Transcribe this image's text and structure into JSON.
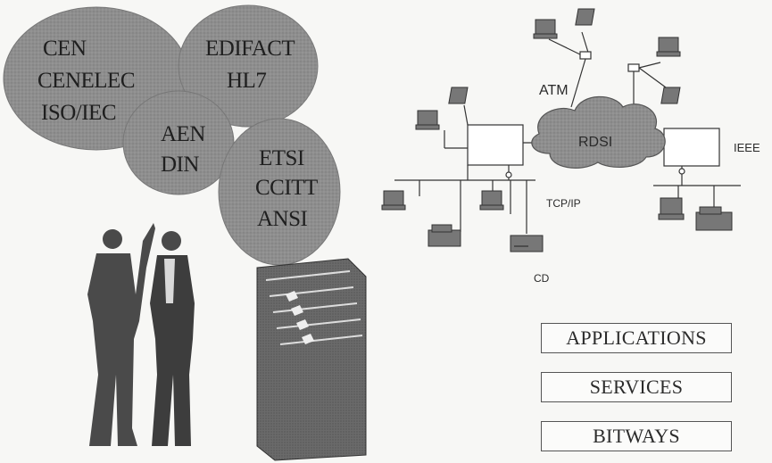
{
  "organizations": {
    "cen_group": [
      "CEN",
      "CENELEC",
      "ISO/IEC"
    ],
    "edifact_group": [
      "EDIFACT",
      "HL7"
    ],
    "aen_group": [
      "AEN",
      "DIN"
    ],
    "etsi_group": [
      "ETSI",
      "CCITT",
      "ANSI"
    ]
  },
  "network": {
    "atm": "ATM",
    "rdsi": "RDSI",
    "ieee": "IEEE",
    "tcpip": "TCP/IP",
    "cd": "CD"
  },
  "layers": [
    "APPLICATIONS",
    "SERVICES",
    "BITWAYS"
  ],
  "colors": {
    "ellipse_fill": "#8f8f8f",
    "cloud_fill": "#9a9a9a",
    "silhouette": "#4a4a4a",
    "book_stack": "#5a5a5a"
  }
}
